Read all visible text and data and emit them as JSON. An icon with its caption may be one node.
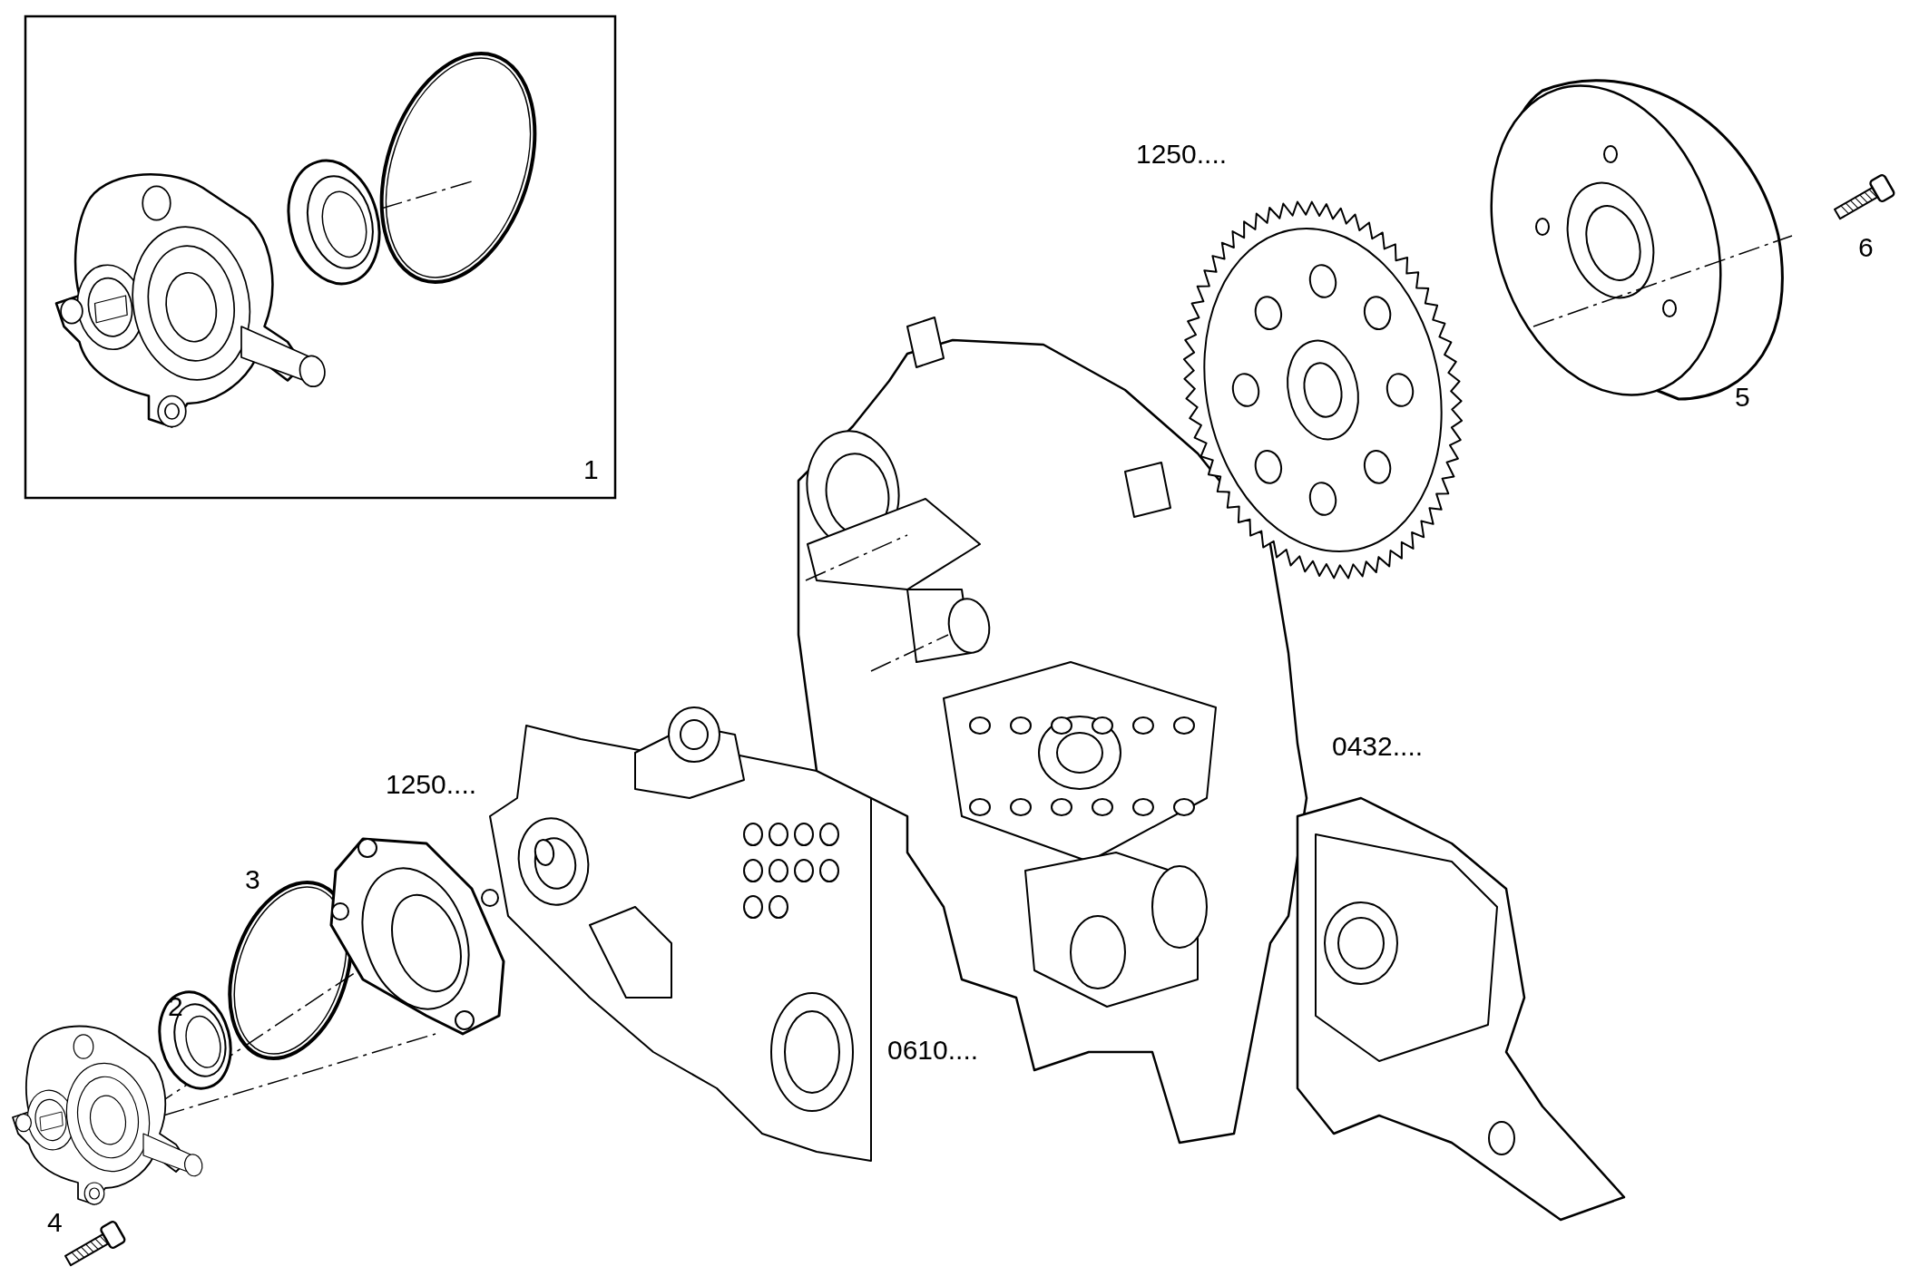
{
  "diagram": {
    "labels": [
      "1250....",
      "6",
      "5",
      "1",
      "0432....",
      "1250....",
      "3",
      "2",
      "0610....",
      "4"
    ]
  }
}
